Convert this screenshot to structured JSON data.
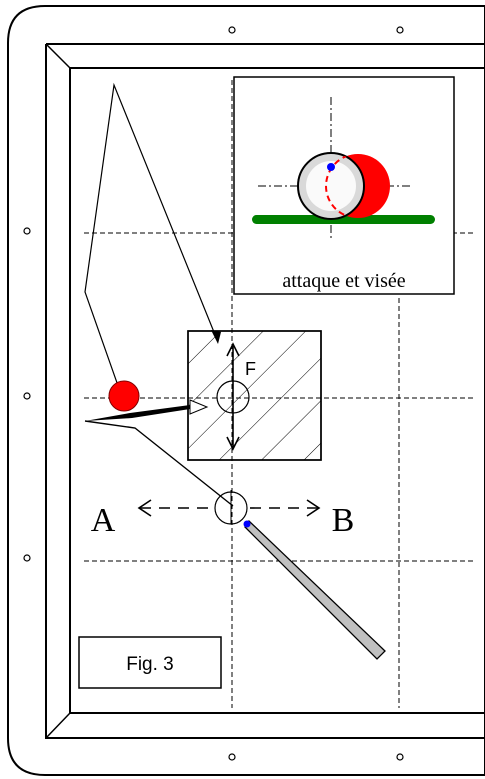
{
  "inset": {
    "caption": "attaque et visée"
  },
  "labels": {
    "force": "F",
    "left_direction": "A",
    "right_direction": "B"
  },
  "figure_label": "Fig. 3",
  "colors": {
    "red_ball": "#ff0000",
    "cue_stick": "#c0c0c0",
    "cue_tip": "#0000ff",
    "cushion_green": "#008000",
    "aim_point": "#0000ff",
    "line": "#000000"
  }
}
